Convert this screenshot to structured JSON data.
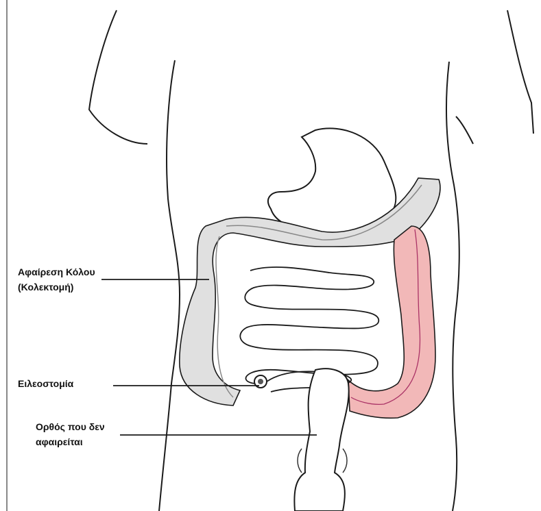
{
  "labels": {
    "colectomy": "Αφαίρεση Κόλου\n(Κολεκτομή)",
    "ileostomy": "Ειλεοστομία",
    "rectum": "Ορθός που δεν\nαφαιρείται"
  },
  "colors": {
    "outline": "#1a1a1a",
    "removed_colon_fill": "#e0e0e0",
    "descending_colon_fill": "#f2b8b8",
    "stoma_fill": "#555555",
    "background": "#ffffff"
  }
}
